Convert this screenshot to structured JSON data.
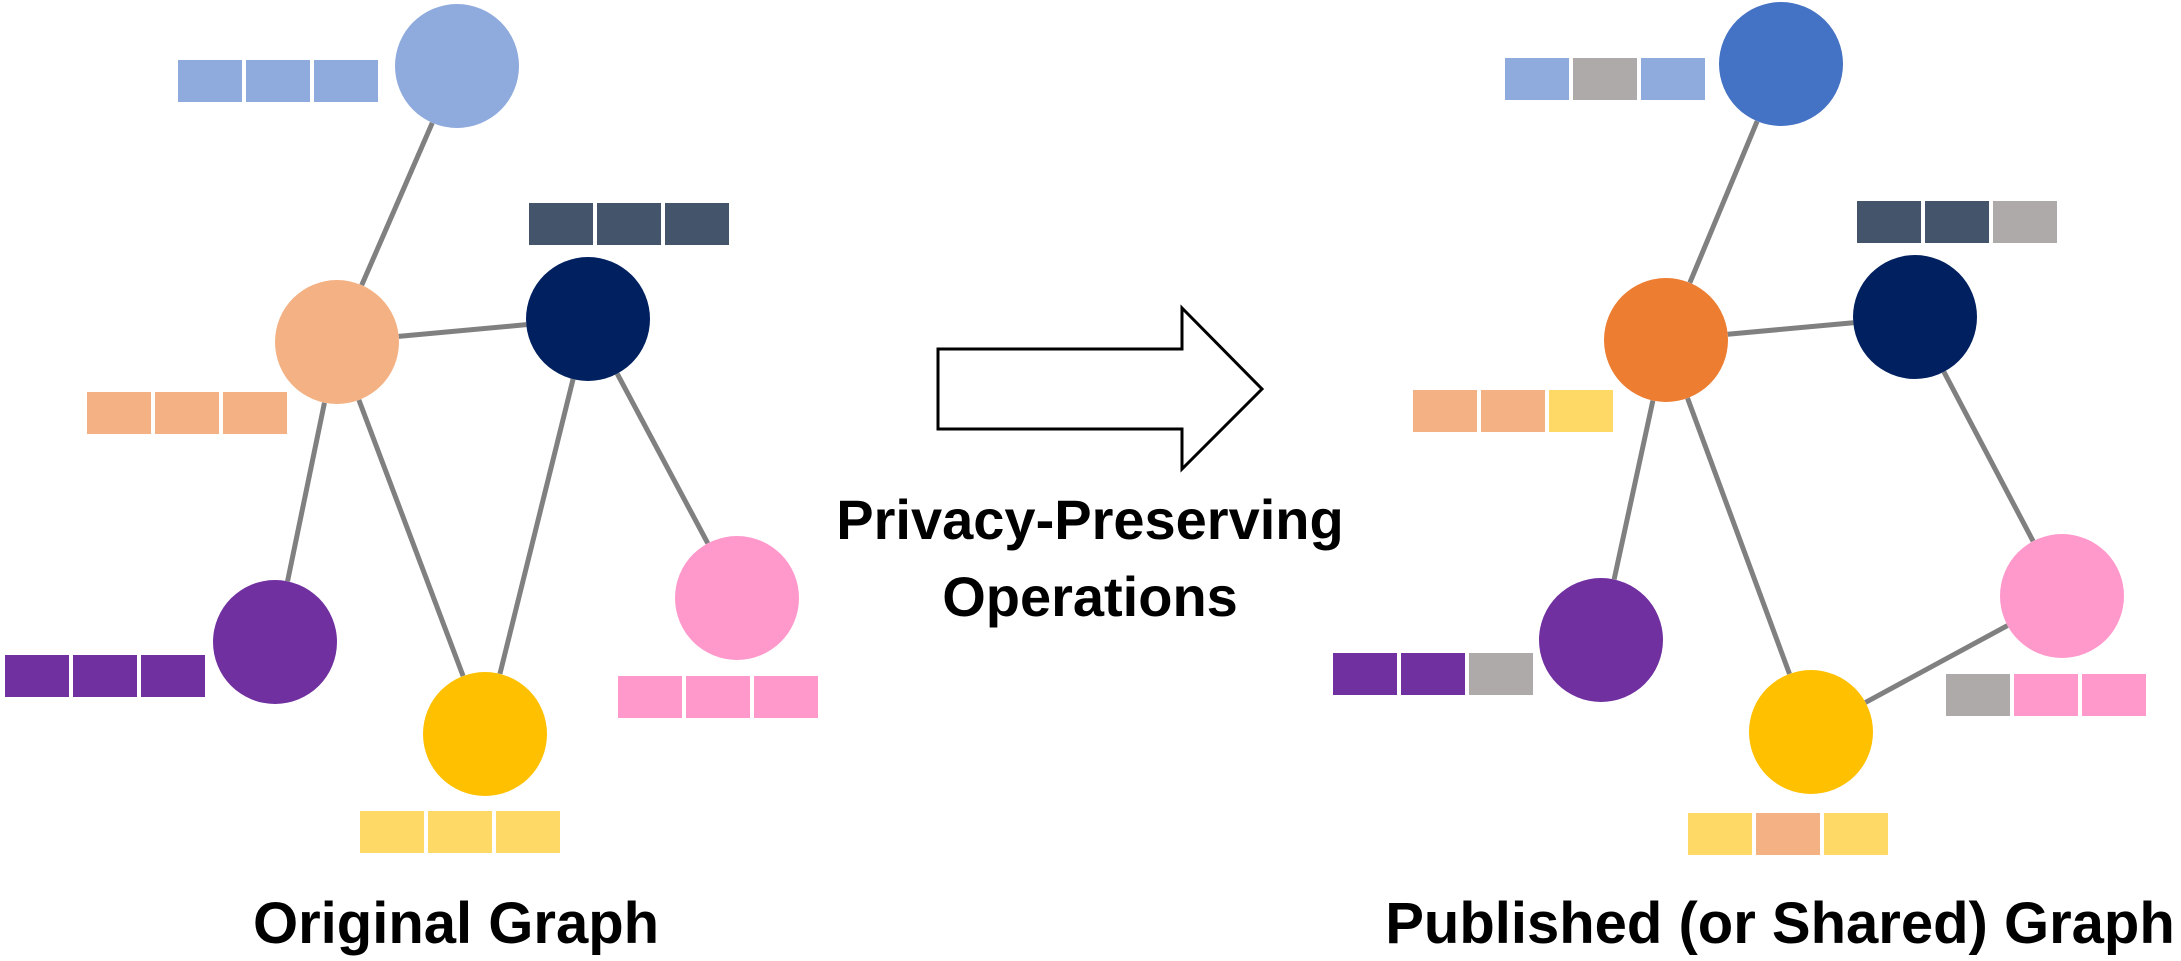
{
  "colors": {
    "edge": "#808080",
    "light_blue": "#8faadc",
    "blue": "#4472c4",
    "slate": "#44546a",
    "navy": "#002060",
    "light_orange": "#f4b183",
    "orange": "#ed7d31",
    "purple": "#7030a0",
    "yellow": "#ffc000",
    "light_yellow": "#ffd966",
    "pink": "#ff99cc",
    "gray": "#aeaaaa"
  },
  "operation": {
    "line1": "Privacy-Preserving",
    "line2": "Operations"
  },
  "original_graph": {
    "caption": "Original Graph",
    "nodes": [
      {
        "id": "top",
        "color": "#8faadc",
        "features": [
          "#8faadc",
          "#8faadc",
          "#8faadc"
        ]
      },
      {
        "id": "center",
        "color": "#f4b183",
        "features": [
          "#f4b183",
          "#f4b183",
          "#f4b183"
        ]
      },
      {
        "id": "navy",
        "color": "#002060",
        "features": [
          "#44546a",
          "#44546a",
          "#44546a"
        ]
      },
      {
        "id": "purple",
        "color": "#7030a0",
        "features": [
          "#7030a0",
          "#7030a0",
          "#7030a0"
        ]
      },
      {
        "id": "yellow",
        "color": "#ffc000",
        "features": [
          "#ffd966",
          "#ffd966",
          "#ffd966"
        ]
      },
      {
        "id": "pink",
        "color": "#ff99cc",
        "features": [
          "#ff99cc",
          "#ff99cc",
          "#ff99cc"
        ]
      }
    ],
    "edges": [
      [
        "top",
        "center"
      ],
      [
        "center",
        "navy"
      ],
      [
        "center",
        "purple"
      ],
      [
        "center",
        "yellow"
      ],
      [
        "navy",
        "yellow"
      ],
      [
        "navy",
        "pink"
      ]
    ]
  },
  "published_graph": {
    "caption": "Published (or Shared) Graph",
    "nodes": [
      {
        "id": "top",
        "color": "#4472c4",
        "features": [
          "#8faadc",
          "#aeaaaa",
          "#8faadc"
        ]
      },
      {
        "id": "center",
        "color": "#ed7d31",
        "features": [
          "#f4b183",
          "#f4b183",
          "#ffd966"
        ]
      },
      {
        "id": "navy",
        "color": "#002060",
        "features": [
          "#44546a",
          "#44546a",
          "#aeaaaa"
        ]
      },
      {
        "id": "purple",
        "color": "#7030a0",
        "features": [
          "#7030a0",
          "#7030a0",
          "#aeaaaa"
        ]
      },
      {
        "id": "yellow",
        "color": "#ffc000",
        "features": [
          "#ffd966",
          "#f4b183",
          "#ffd966"
        ]
      },
      {
        "id": "pink",
        "color": "#ff99cc",
        "features": [
          "#aeaaaa",
          "#ff99cc",
          "#ff99cc"
        ]
      }
    ],
    "edges": [
      [
        "top",
        "center"
      ],
      [
        "center",
        "navy"
      ],
      [
        "center",
        "purple"
      ],
      [
        "center",
        "yellow"
      ],
      [
        "navy",
        "pink"
      ],
      [
        "yellow",
        "pink"
      ]
    ]
  }
}
